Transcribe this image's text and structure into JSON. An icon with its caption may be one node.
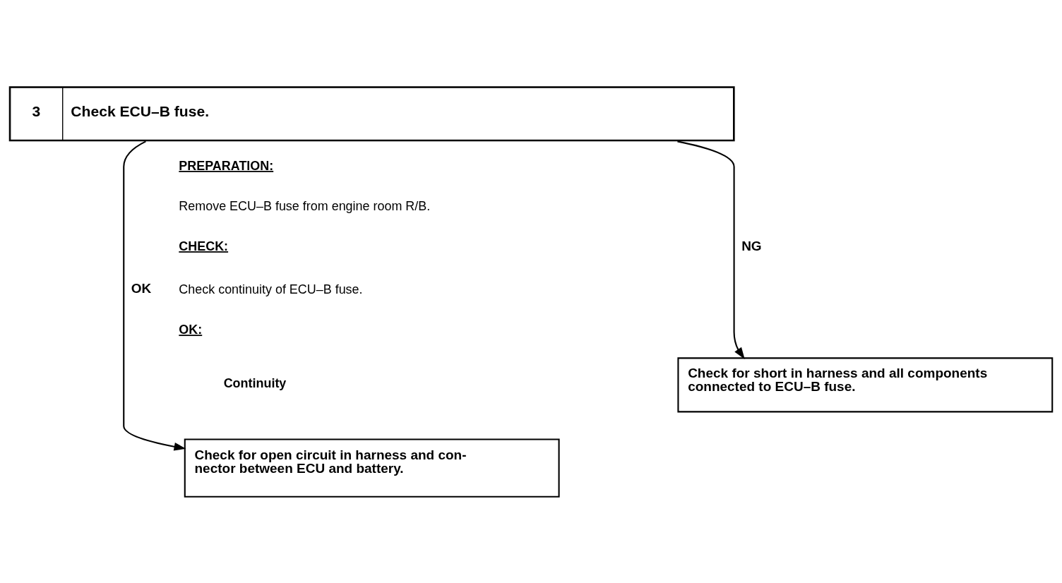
{
  "diagram": {
    "nodes": [
      {
        "text": [
          "3",
          "Check ECU–B fuse."
        ]
      },
      {
        "text": [
          "Check for short in harness and all components connected to ECU–B fuse."
        ]
      },
      {
        "text": [
          "Check for open circuit in harness and con- nector between ECU and battery."
        ]
      }
    ],
    "edges": [
      {
        "from": 0,
        "to": 1,
        "arrow": "to",
        "label": "NG"
      },
      {
        "from": 0,
        "to": 2,
        "arrow": "to",
        "label": "OK"
      }
    ],
    "labels": [
      "PREPARATION:",
      "Remove ECU–B fuse from engine room R/B.",
      "CHECK:",
      "Check continuity of ECU–B fuse.",
      "OK:",
      "Continuity"
    ]
  }
}
